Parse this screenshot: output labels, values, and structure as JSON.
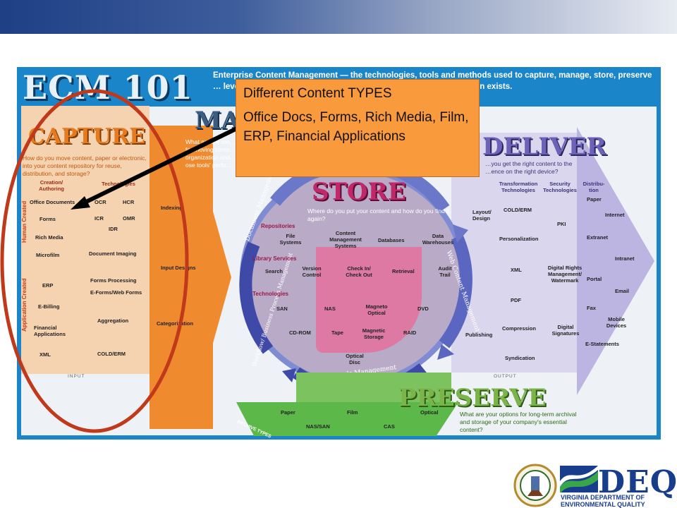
{
  "poster": {
    "title": "ECM 101",
    "intro": "Enterprise Content Management — the technologies, tools and methods used to capture, manage, store, preserve … level, ECM tools and strategies allow the ma… ever that information exists."
  },
  "capture": {
    "heading": "CAPTURE",
    "question": "How do you move content, paper or electronic, into your content repository for reuse, distribution, and storage?",
    "col1": "Creation/ Authoring",
    "col2": "Technologies",
    "side1": "Human Created",
    "side2": "Application Created",
    "items_left": [
      "Office Documents",
      "Forms",
      "Rich Media",
      "Microfilm",
      "ERP",
      "E-Billing",
      "Financial Applications",
      "XML"
    ],
    "items_right": [
      "OCR",
      "HCR",
      "ICR",
      "OMR",
      "IDR",
      "Document Imaging",
      "Forms Processing",
      "E-Forms/Web Forms",
      "Aggregation",
      "COLD/ERM"
    ],
    "input": "INPUT"
  },
  "manage": {
    "heading": "MA",
    "question": "What are the too… for moving conte… organization and… ose tools' perfo…",
    "items": [
      "Indexing",
      "Input Designs",
      "Categorization"
    ]
  },
  "store": {
    "heading": "STORE",
    "question": "Where do you put your content and how do you find it again?",
    "repositories": "Repositories",
    "repo_items": [
      "File Systems",
      "Content Management Systems",
      "Databases",
      "Data Warehouses"
    ],
    "library": "Library Services",
    "library_items": [
      "Search",
      "Version Control",
      "Check In/ Check Out",
      "Retrieval",
      "Audit Trail"
    ],
    "technologies": "Technologies",
    "tech_items": [
      "SAN",
      "NAS",
      "Magneto Optical",
      "DVD",
      "CD-ROM",
      "Tape",
      "Magnetic Storage",
      "RAID",
      "Optical Disc"
    ],
    "ring": [
      "Document Management",
      "Web Content Management",
      "Records Management",
      "Workflow/ Business Process Management"
    ]
  },
  "deliver": {
    "heading": "DELIVER",
    "question": "…you get the right content to the …ence on the right device?",
    "col1": "Transformation Technologies",
    "col2": "Security Technologies",
    "col3": "Distribu- tion",
    "layout": "Layout/ Design",
    "publishing": "Publishing",
    "transform_items": [
      "COLD/ERM",
      "Personalization",
      "XML",
      "PDF",
      "Compression",
      "Syndication"
    ],
    "security_items": [
      "PKI",
      "Digital Rights Management/ Watermark",
      "Digital Signatures"
    ],
    "distribution_items": [
      "Paper",
      "Internet",
      "Extranet",
      "Intranet",
      "Portal",
      "Email",
      "Fax",
      "Mobile Devices",
      "E-Statements"
    ],
    "output": "OUTPUT"
  },
  "preserve": {
    "heading": "PRESERVE",
    "question": "What are your options for long-term archival and storage of your company's essential content?",
    "archive": "ARCHIVE TYPES",
    "items": [
      "Paper",
      "Film",
      "Optical",
      "NAS/SAN",
      "CAS"
    ]
  },
  "callout": {
    "line1": "Different Content TYPES",
    "line2": "Office Docs, Forms, Rich Media, Film, ERP, Financial Applications"
  },
  "footer": {
    "deq": "DEQ",
    "sub1": "VIRGINIA DEPARTMENT OF",
    "sub2": "ENVIRONMENTAL QUALITY"
  },
  "colors": {
    "header_bar": "#1f3f86",
    "poster_blue": "#1a86c9",
    "capture": "#e77a1d",
    "store": "#c0286a",
    "deliver": "#6c62b8",
    "preserve": "#7bb54a",
    "callout": "#f99a3c",
    "highlight_ellipse": "#c0391b",
    "arrow": "#000000"
  }
}
